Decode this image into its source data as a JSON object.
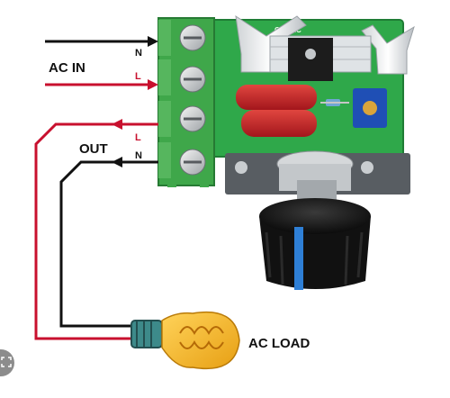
{
  "diagram": {
    "pcb_brand": "CCMAC",
    "input_label": "AC IN",
    "output_label": "OUT",
    "load_label": "AC LOAD",
    "terminals": [
      "N",
      "L",
      "L",
      "N"
    ],
    "colors": {
      "line_wire": "#c8102e",
      "neutral_wire": "#111111",
      "terminal_block": "#3fa74a",
      "pcb": "#2fa84a",
      "capacitor": "#c8262c",
      "knob": "#1a1a1a",
      "knob_stripe": "#2e7fd6",
      "bulb": "#f5b82e"
    }
  },
  "icons": [
    "screen-capture-icon"
  ]
}
